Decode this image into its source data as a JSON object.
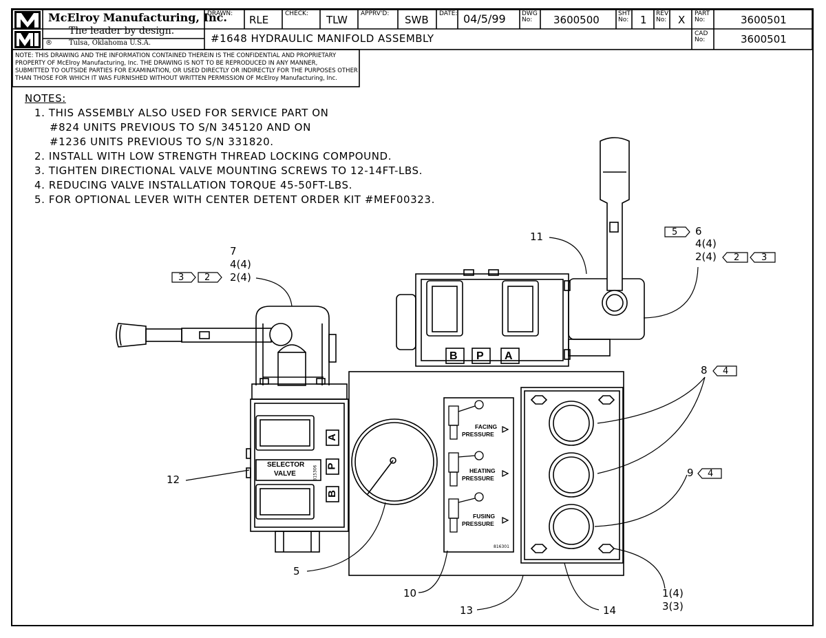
{
  "title_block": {
    "company": "McElroy Manufacturing, Inc.",
    "tagline": "The leader by design.",
    "location": "Tulsa, Oklahoma U.S.A.",
    "registered": "®",
    "logo_text": "MMI",
    "drawn_label": "DRAWN:",
    "drawn_value": "RLE",
    "check_label": "CHECK:",
    "check_value": "TLW",
    "apprvd_label": "APPRV'D:",
    "apprvd_value": "SWB",
    "date_label": "DATE:",
    "date_value": "04/5/99",
    "dwg_label": "DWG No:",
    "dwg_value": "3600500",
    "sht_label": "SHT No:",
    "sht_value": "1",
    "rev_label": "REV No:",
    "rev_value": "X",
    "part_label": "PART No:",
    "part_value": "3600501",
    "cad_label": "CAD No:",
    "cad_value": "3600501",
    "drawing_title": "#1648 HYDRAULIC MANIFOLD ASSEMBLY"
  },
  "confidential_note": [
    "NOTE: THIS DRAWING AND THE INFORMATION CONTAINED THEREIN IS THE CONFIDENTIAL AND PROPRIETARY",
    "PROPERTY OF McElroy Manufacturing, Inc. THE DRAWING IS NOT TO BE REPRODUCED IN ANY MANNER,",
    "SUBMITTED TO OUTSIDE PARTIES FOR EXAMINATION, OR USED DIRECTLY OR INDIRECTLY FOR THE PURPOSES OTHER",
    "THAN THOSE FOR WHICH IT WAS FURNISHED WITHOUT WRITTEN PERMISSION OF McElroy Manufacturing, Inc."
  ],
  "notes": {
    "heading": "NOTES:",
    "lines": [
      "1. THIS ASSEMBLY ALSO USED FOR SERVICE PART ON",
      "#824 UNITS PREVIOUS TO S/N 345120 AND ON",
      "#1236 UNITS PREVIOUS TO S/N 331820.",
      "2. INSTALL WITH LOW STRENGTH THREAD LOCKING COMPOUND.",
      "3. TIGHTEN DIRECTIONAL VALVE MOUNTING SCREWS TO 12-14FT-LBS.",
      "4. REDUCING VALVE INSTALLATION TORQUE 45-50FT-LBS.",
      "5. FOR OPTIONAL LEVER WITH CENTER DETENT ORDER KIT #MEF00323."
    ]
  },
  "callouts": {
    "c7": "7",
    "c4_4_left": "4(4)",
    "c2_4_left": "2(4)",
    "flag3_left": "3",
    "flag2_left": "2",
    "c11": "11",
    "c6": "6",
    "c4_4_right": "4(4)",
    "c2_4_right": "2(4)",
    "flag5": "5",
    "flag2_right": "2",
    "flag3_right": "3",
    "c8": "8",
    "flag4_8": "4",
    "c9": "9",
    "flag4_9": "4",
    "c12": "12",
    "c5": "5",
    "c10": "10",
    "c13": "13",
    "c14": "14",
    "c1_4": "1(4)",
    "c3_3": "3(3)"
  },
  "port_labels": {
    "top_b": "B",
    "top_p": "P",
    "top_a": "A",
    "left_a": "A",
    "left_p": "P",
    "left_b": "B"
  },
  "selector_valve": {
    "line1": "SELECTOR",
    "line2": "VALVE",
    "code": "815306"
  },
  "pressure_decal": {
    "facing1": "FACING",
    "facing2": "PRESSURE",
    "heating1": "HEATING",
    "heating2": "PRESSURE",
    "fusing1": "FUSING",
    "fusing2": "PRESSURE",
    "code": "816301"
  }
}
